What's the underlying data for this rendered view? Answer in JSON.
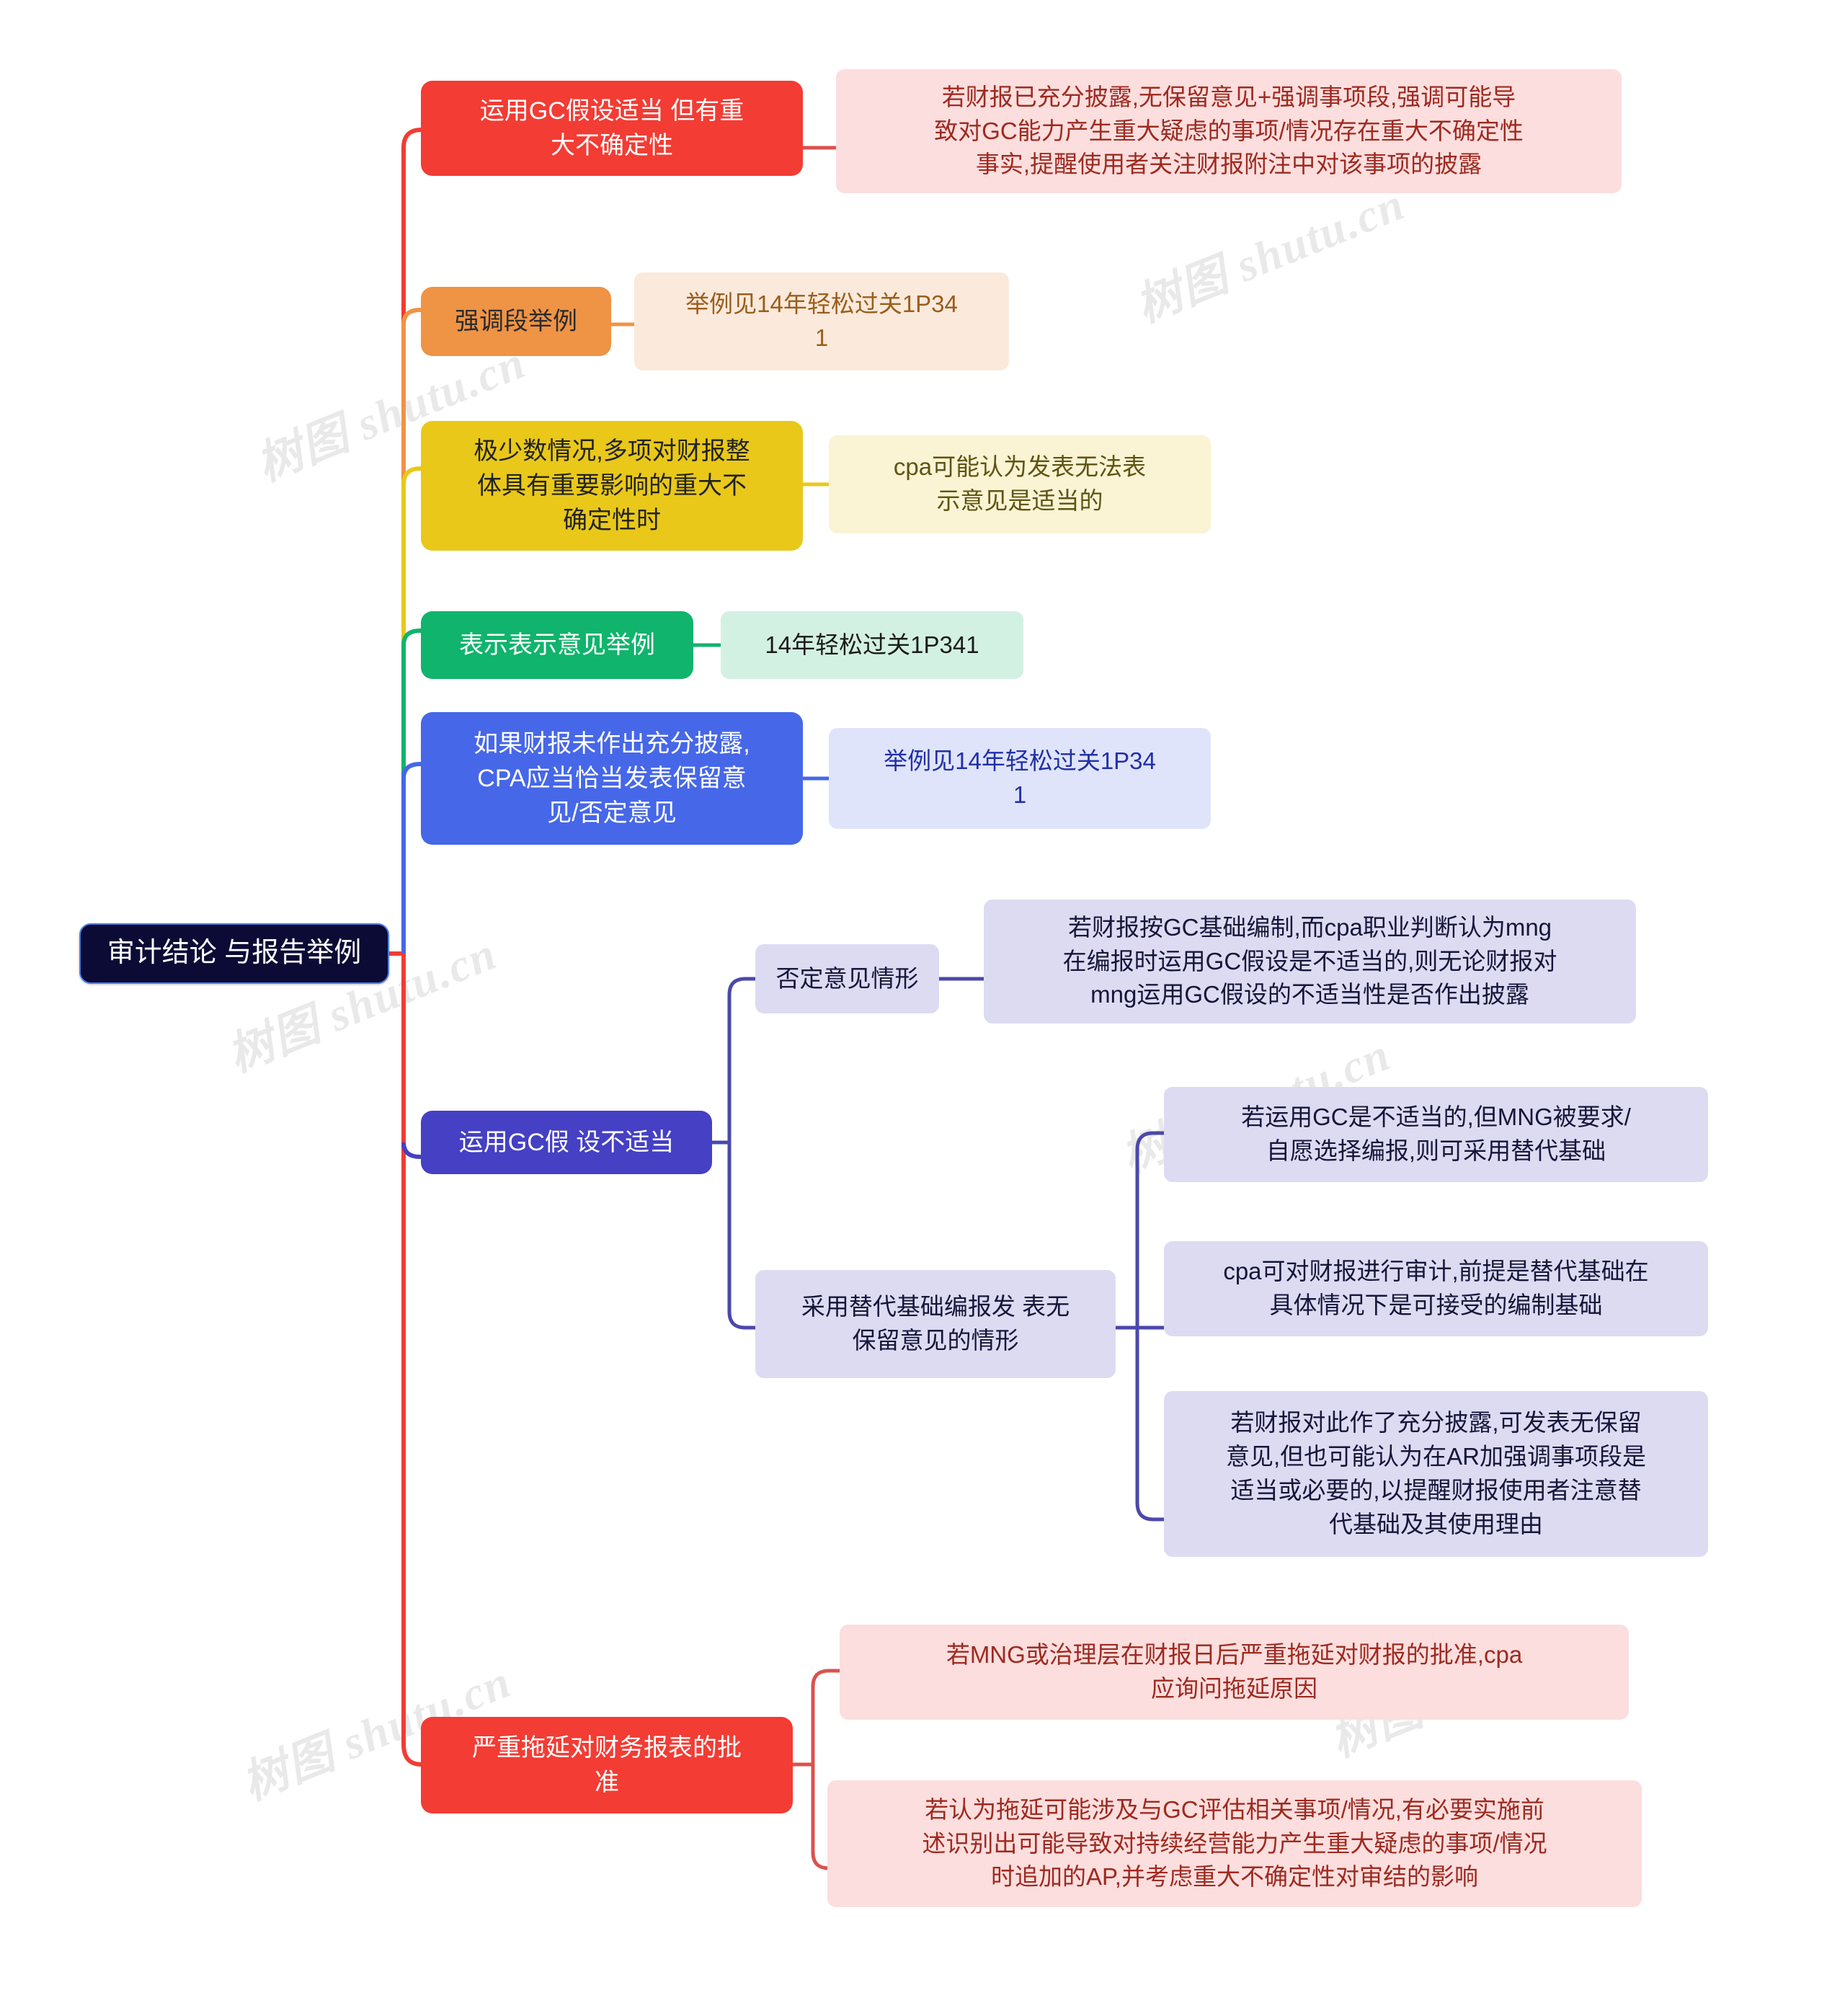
{
  "meta": {
    "type": "mindmap",
    "watermark": "树图 shutu.cn",
    "background": "#ffffff"
  },
  "root": {
    "label": "审计结论 与报告举例",
    "bg": "#0b0b35",
    "fg": "#ffffff",
    "border": "#4a7ce0"
  },
  "branches": [
    {
      "id": "b1",
      "color": "#f23c34",
      "label": "运用GC假设适当 但有重\n大不确定性",
      "children": [
        {
          "label": "若财报已充分披露,无保留意见+强调事项段,强调可能导\n致对GC能力产生重大疑虑的事项/情况存在重大不确定性\n事实,提醒使用者关注财报附注中对该事项的披露",
          "style": "red"
        }
      ]
    },
    {
      "id": "b2",
      "color": "#ef9345",
      "label": "强调段举例",
      "children": [
        {
          "label": "举例见14年轻松过关1P34\n1",
          "style": "orange"
        }
      ]
    },
    {
      "id": "b3",
      "color": "#e9c81a",
      "label": "极少数情况,多项对财报整\n体具有重要影响的重大不\n确定性时",
      "children": [
        {
          "label": "cpa可能认为发表无法表\n示意见是适当的",
          "style": "yellow"
        }
      ]
    },
    {
      "id": "b4",
      "color": "#10b46c",
      "label": "表示表示意见举例",
      "children": [
        {
          "label": "14年轻松过关1P341",
          "style": "green"
        }
      ]
    },
    {
      "id": "b5",
      "color": "#4667e8",
      "label": "如果财报未作出充分披露,\nCPA应当恰当发表保留意\n见/否定意见",
      "children": [
        {
          "label": "举例见14年轻松过关1P34\n1",
          "style": "blue"
        }
      ]
    },
    {
      "id": "b6",
      "color": "#4540c4",
      "label": "运用GC假 设不适当",
      "children": [
        {
          "label": "否定意见情形",
          "style": "lav",
          "children": [
            {
              "label": "若财报按GC基础编制,而cpa职业判断认为mng\n在编报时运用GC假设是不适当的,则无论财报对\nmng运用GC假设的不适当性是否作出披露",
              "style": "lav"
            }
          ]
        },
        {
          "label": "采用替代基础编报发 表无\n保留意见的情形",
          "style": "lav",
          "children": [
            {
              "label": "若运用GC是不适当的,但MNG被要求/\n自愿选择编报,则可采用替代基础",
              "style": "lav"
            },
            {
              "label": "cpa可对财报进行审计,前提是替代基础在\n具体情况下是可接受的编制基础",
              "style": "lav"
            },
            {
              "label": "若财报对此作了充分披露,可发表无保留\n意见,但也可能认为在AR加强调事项段是\n适当或必要的,以提醒财报使用者注意替\n代基础及其使用理由",
              "style": "lav"
            }
          ]
        }
      ]
    },
    {
      "id": "b7",
      "color": "#f23c34",
      "label": "严重拖延对财务报表的批\n准",
      "children": [
        {
          "label": "若MNG或治理层在财报日后严重拖延对财报的批准,cpa\n应询问拖延原因",
          "style": "red"
        },
        {
          "label": "若认为拖延可能涉及与GC评估相关事项/情况,有必要实施前\n述识别出可能导致对持续经营能力产生重大疑虑的事项/情况\n时追加的AP,并考虑重大不确定性对审结的影响",
          "style": "red"
        }
      ]
    }
  ]
}
